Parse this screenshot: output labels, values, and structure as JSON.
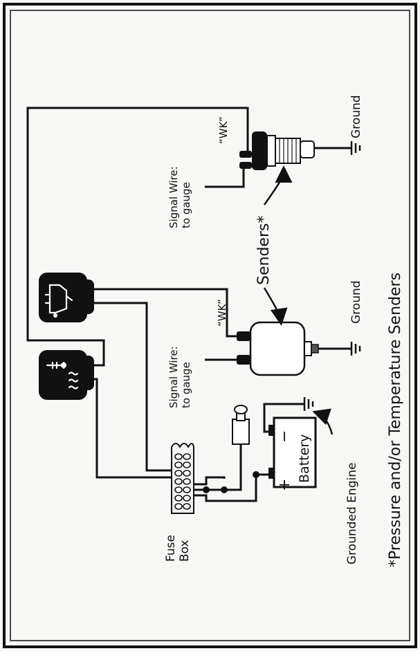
{
  "labels": {
    "fuse_line1": "Fuse",
    "fuse_line2": "Box",
    "grounded_engine": "Grounded Engine",
    "battery": "Battery",
    "plus": "+",
    "minus": "−",
    "signal_wire_a_line1": "Signal Wire:",
    "signal_wire_a_line2": "to gauge",
    "signal_wire_b_line1": "Signal Wire:",
    "signal_wire_b_line2": "to gauge",
    "wk_a": "“WK”",
    "wk_b": "“WK”",
    "ground_a": "Ground",
    "ground_b": "Ground",
    "senders": "Senders*",
    "footnote": "*Pressure and/or Temperature Senders"
  },
  "icons": {
    "temp_gauge": "temperature-gauge-icon",
    "oil_gauge": "oil-pressure-gauge-icon"
  }
}
